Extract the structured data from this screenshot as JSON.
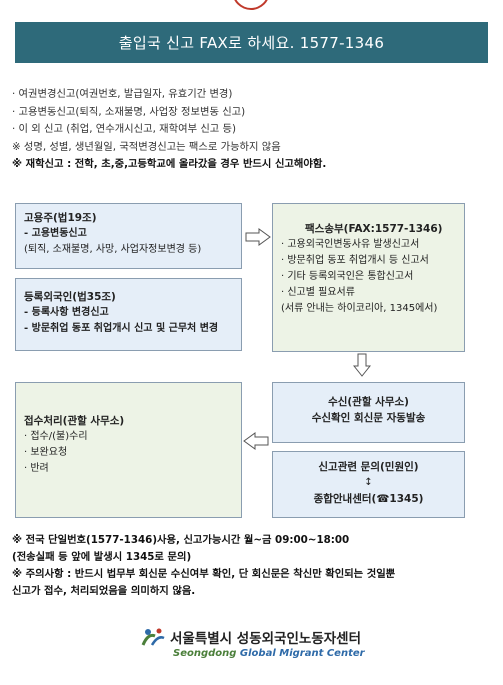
{
  "title": "출입국 신고 FAX로 하세요. 1577-1346",
  "info_lines": [
    "· 여권변경신고(여권번호, 발급일자, 유효기간 변경)",
    "· 고용변동신고(퇴직, 소재불명, 사업장 정보변동 신고)",
    "· 이 외 신고 (취업, 연수개시신고, 재학여부 신고 등)",
    "※ 성명, 성별, 생년월일, 국적변경신고는 팩스로 가능하지 않음",
    "※ 재학신고 : 전학, 초,중,고등학교에 올라갔을 경우 반드시 신고해야함."
  ],
  "box_employer": {
    "head": "고용주(법19조)",
    "sub": "- 고용변동신고",
    "detail": "(퇴직, 소재불명, 사망, 사업자정보변경 등)"
  },
  "box_registered": {
    "head": "등록외국인(법35조)",
    "item1": "- 등록사항 변경신고",
    "item2": "- 방문취업 동포 취업개시 신고 및 근무처 변경"
  },
  "box_fax": {
    "head": "팩스송부(FAX:1577-1346)",
    "items": [
      "· 고용외국인변동사유 발생신고서",
      "· 방문취업 동포 취업개시 등 신고서",
      "· 기타 등록외국인은 통합신고서",
      "· 신고별 필요서류",
      "(서류 안내는 하이코리아, 1345에서)"
    ]
  },
  "box_receive": {
    "line1": "수신(관할 사무소)",
    "line2": "수신확인 회신문 자동발송"
  },
  "box_inquiry": {
    "line1": "신고관련 문의(민원인)",
    "arrow": "↕",
    "line2": "종합안내센터(☎1345)"
  },
  "box_process": {
    "head": "접수처리(관할 사무소)",
    "items": [
      "· 접수/(불)수리",
      "· 보완요청",
      "· 반려"
    ]
  },
  "notes": [
    "※ 전국 단일번호(1577-1346)사용, 신고가능시간 월~금 09:00~18:00",
    "   (전송실패 등 앞에 발생시 1345로 문의)",
    "※ 주의사항 : 반드시 법무부 회신문 수신여부 확인, 단 회신문은 착신만 확인되는 것일뿐",
    "   신고가 접수, 처리되었음을 의미하지 않음."
  ],
  "footer": {
    "org_name": "서울특별시 성동외국인노동자센터",
    "eng_part1": "Seongdong ",
    "eng_part2": "Global Migrant Center"
  },
  "colors": {
    "title_bg": "#2e6a7a",
    "box_blue": "#e5eef8",
    "box_green": "#edf3e6"
  }
}
